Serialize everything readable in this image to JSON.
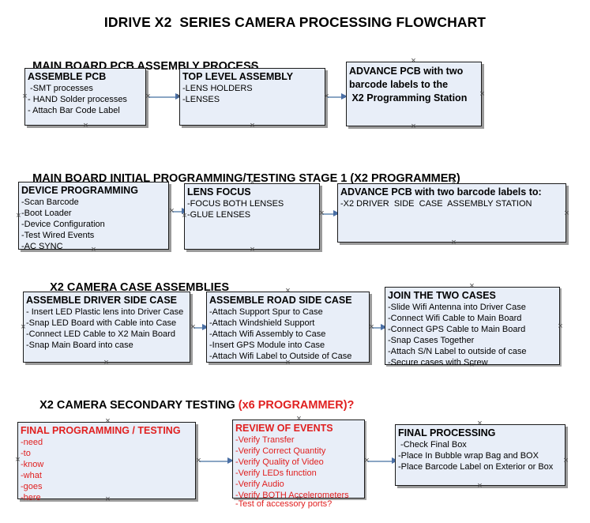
{
  "document": {
    "title": "IDRIVE X2  SERIES CAMERA PROCESSING FLOWCHART"
  },
  "sections": [
    {
      "id": "main-board-pcb-assembly",
      "heading": "MAIN BOARD PCB ASSEMBLY PROCESS",
      "heading_accent": "",
      "nodes": [
        {
          "id": "assemble-pcb",
          "title": "ASSEMBLE PCB",
          "lines": [
            " -SMT processes",
            "- HAND Solder processes",
            "- Attach Bar Code Label"
          ]
        },
        {
          "id": "top-level-assembly",
          "title": "TOP LEVEL ASSEMBLY",
          "lines": [
            "-LENS HOLDERS",
            "-LENSES"
          ]
        },
        {
          "id": "advance-pcb-programming-station",
          "title": "ADVANCE PCB with two\nbarcode labels to the\n X2 Programming Station",
          "lines": []
        }
      ]
    },
    {
      "id": "main-board-initial-programming",
      "heading": "MAIN BOARD INITIAL PROGRAMMING/TESTING STAGE 1 (X2 PROGRAMMER)",
      "heading_accent": "",
      "nodes": [
        {
          "id": "device-programming",
          "title": "DEVICE PROGRAMMING",
          "lines": [
            "-Scan Barcode",
            "-Boot Loader",
            "-Device Configuration",
            "-Test Wired Events",
            "-AC SYNC"
          ]
        },
        {
          "id": "lens-focus",
          "title": "LENS FOCUS",
          "lines": [
            "-FOCUS BOTH LENSES",
            "-GLUE LENSES"
          ]
        },
        {
          "id": "advance-pcb-driver-side-case",
          "title": "ADVANCE PCB with two barcode labels to:",
          "lines": [
            "-X2 DRIVER  SIDE  CASE  ASSEMBLY STATION"
          ]
        }
      ]
    },
    {
      "id": "x2-camera-case-assemblies",
      "heading": "X2 CAMERA CASE ASSEMBLIES",
      "heading_accent": "",
      "nodes": [
        {
          "id": "assemble-driver-side-case",
          "title": "ASSEMBLE DRIVER SIDE CASE",
          "lines": [
            "- Insert LED Plastic lens into Driver Case",
            "-Snap LED Board with Cable into Case",
            "-Connect LED Cable to X2 Main Board",
            "-Snap Main Board into case"
          ]
        },
        {
          "id": "assemble-road-side-case",
          "title": "ASSEMBLE ROAD SIDE CASE",
          "lines": [
            "-Attach Support Spur to Case",
            "-Attach Windshield Support",
            "-Attach Wifi Assembly to Case",
            "-Insert GPS Module into Case",
            "-Attach Wifi Label to Outside of Case"
          ]
        },
        {
          "id": "join-the-two-cases",
          "title": "JOIN THE TWO CASES",
          "lines": [
            "-Slide Wifi Antenna into Driver Case",
            "-Connect Wifi Cable to Main Board",
            "-Connect GPS Cable to Main Board",
            "-Snap Cases Together",
            "-Attach S/N Label to outside of case",
            "-Secure cases with Screw"
          ]
        }
      ]
    },
    {
      "id": "x2-camera-secondary-testing",
      "heading": "X2 CAMERA SECONDARY TESTING ",
      "heading_accent": "(x6 PROGRAMMER)?",
      "nodes": [
        {
          "id": "final-programming-testing",
          "title": "FINAL PROGRAMMING / TESTING",
          "lines": [
            "-need",
            "-to",
            "-know",
            "-what",
            "-goes",
            "-here"
          ]
        },
        {
          "id": "review-of-events",
          "title": "REVIEW OF EVENTS",
          "lines": [
            "-Verify Transfer",
            "-Verify Correct Quantity",
            "-Verify Quality of Video",
            "-Verify LEDs function",
            "-Verify Audio",
            "-Verify BOTH Accelerometers"
          ],
          "overflow_line": "-Test of accessory ports?"
        },
        {
          "id": "final-processing",
          "title": "FINAL PROCESSING",
          "lines": [
            " -Check Final Box",
            "-Place In Bubble wrap Bag and BOX",
            "-Place Barcode Label on Exterior or Box"
          ]
        }
      ]
    }
  ],
  "colors": {
    "node_fill": "#e8eef8",
    "node_border": "#1a1a1a",
    "node_shadow": "#9a9a9a",
    "connector": "#8aa6c4",
    "arrow_head": "#4a6fa5",
    "accent_red": "#e02020",
    "text": "#000000"
  }
}
